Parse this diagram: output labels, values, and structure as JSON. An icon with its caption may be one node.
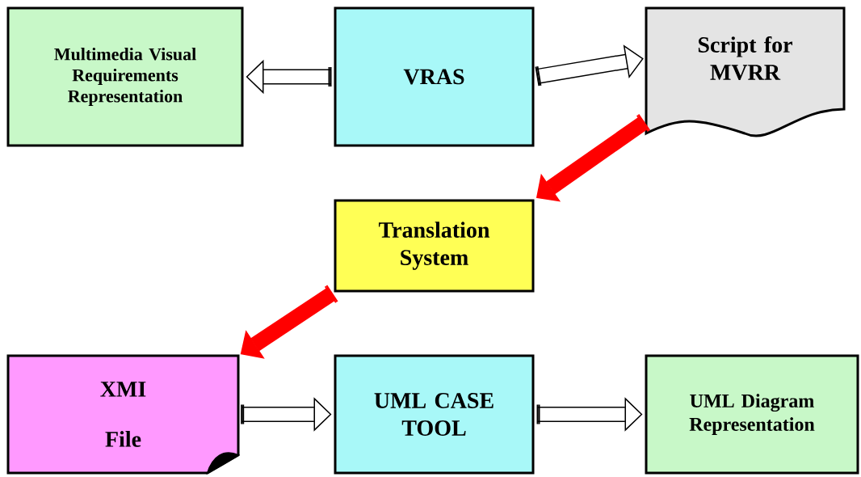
{
  "diagram": {
    "nodes": [
      {
        "text": [
          "Multimedia Visual Requirements Representation"
        ]
      },
      {
        "text": [
          "VRAS"
        ]
      },
      {
        "text": [
          "Script for MVRR"
        ]
      },
      {
        "text": [
          "Translation System"
        ]
      },
      {
        "text": [
          "XMI",
          "File"
        ]
      },
      {
        "text": [
          "UML CASE TOOL"
        ]
      },
      {
        "text": [
          "UML Diagram Representation"
        ]
      }
    ],
    "edges": [
      {
        "from": 1,
        "to": 0,
        "arrow": "to"
      },
      {
        "from": 1,
        "to": 2,
        "arrow": "to"
      },
      {
        "from": 2,
        "to": 3,
        "arrow": "to",
        "color": "#ff0000"
      },
      {
        "from": 3,
        "to": 4,
        "arrow": "to",
        "color": "#ff0000"
      },
      {
        "from": 4,
        "to": 5,
        "arrow": "to"
      },
      {
        "from": 5,
        "to": 6,
        "arrow": "to"
      }
    ]
  }
}
